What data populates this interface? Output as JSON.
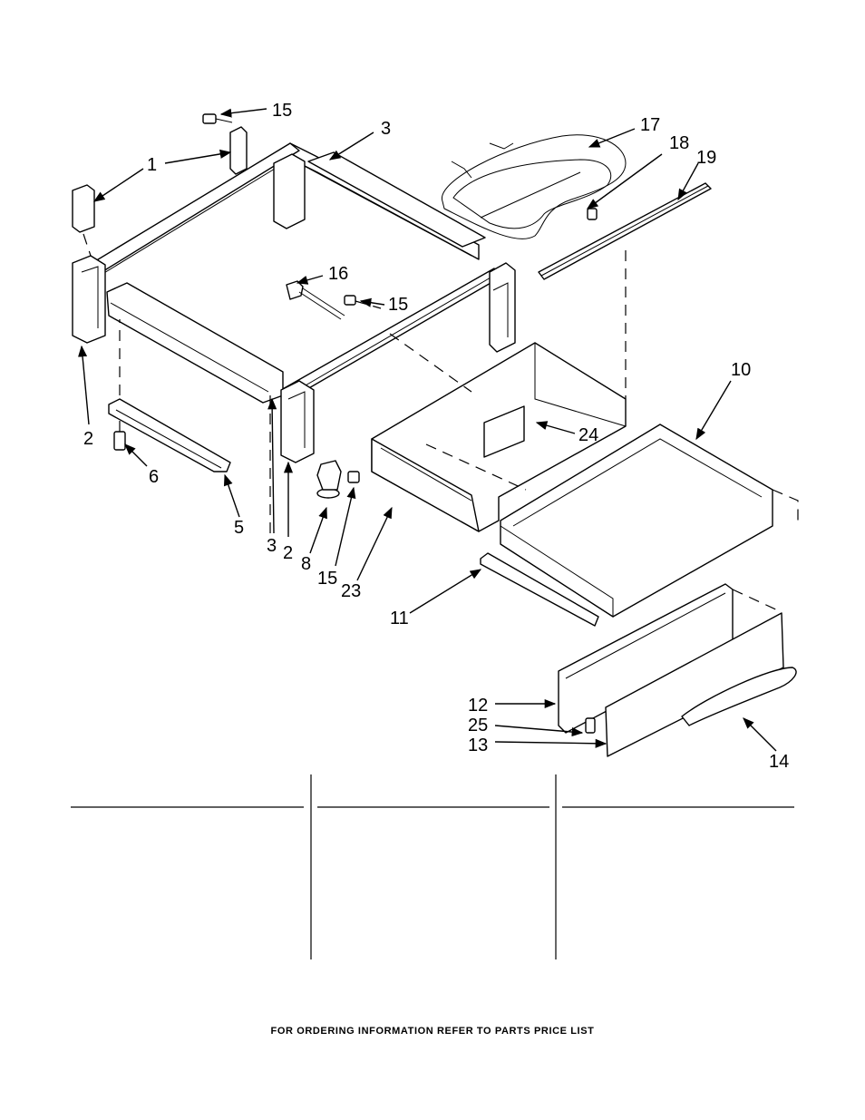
{
  "callouts": {
    "c1": "1",
    "c2a": "2",
    "c2b": "2",
    "c3a": "3",
    "c3b": "3",
    "c5": "5",
    "c6": "6",
    "c8": "8",
    "c10": "10",
    "c11": "11",
    "c12": "12",
    "c13": "13",
    "c14": "14",
    "c15a": "15",
    "c15b": "15",
    "c15c": "15",
    "c16": "16",
    "c17": "17",
    "c18": "18",
    "c19": "19",
    "c23": "23",
    "c24": "24",
    "c25": "25"
  },
  "footer": {
    "note": "FOR ORDERING INFORMATION REFER TO PARTS PRICE LIST"
  }
}
